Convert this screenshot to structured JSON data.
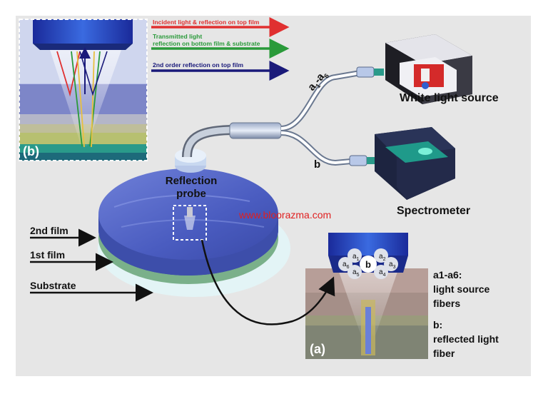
{
  "legend": {
    "incident": "Incident light & reflection on top film",
    "transmitted_line1": "Transmitted light",
    "transmitted_line2": "reflection on bottom film & substrate",
    "second_order": "2nd order reflection on top film"
  },
  "colors": {
    "incident": "#e03030",
    "transmitted": "#2a9a3a",
    "second_order": "#1a1a7a",
    "watermark": "#e02020",
    "panel_bg": "#e6e6e6"
  },
  "labels": {
    "white_light_source": "White light source",
    "spectrometer": "Spectrometer",
    "reflection_probe_line1": "Reflection",
    "reflection_probe_line2": "probe",
    "fiber_a_main": "a",
    "fiber_a_sub1": "1",
    "fiber_a_dash": "-a",
    "fiber_a_sub2": "6",
    "fiber_b": "b",
    "second_film": "2nd film",
    "first_film": "1st film",
    "substrate": "Substrate",
    "watermark": "www.bloorazma.com",
    "inset_b": "(b)",
    "inset_a": "(a)",
    "desc_a_line1": "a1-a6:",
    "desc_a_line2": "light source",
    "desc_a_line3": "fibers",
    "desc_b_line1": "b:",
    "desc_b_line2": "reflected light",
    "desc_b_line3": "fiber"
  },
  "fiber_bundle": {
    "center": "b",
    "letter": "a",
    "subs": [
      "1",
      "2",
      "3",
      "4",
      "5",
      "6"
    ]
  }
}
